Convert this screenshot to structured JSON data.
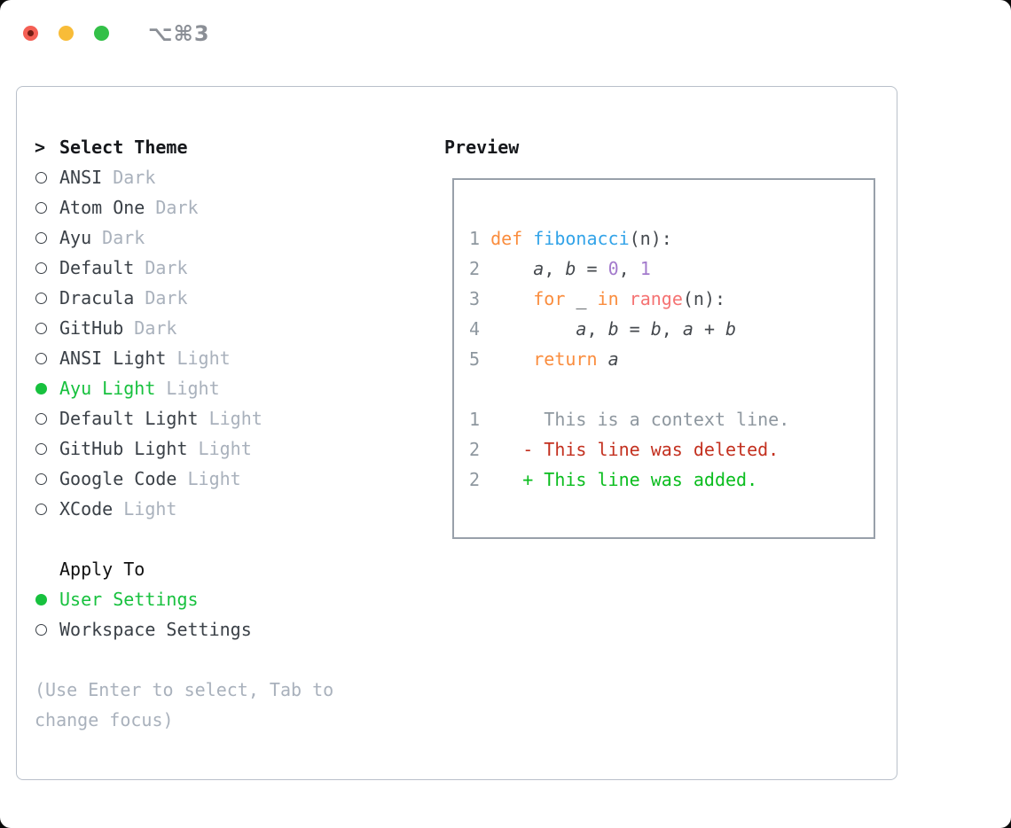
{
  "header": {
    "shortcut": "⌥⌘3",
    "traffic_lights": [
      "close",
      "minimize",
      "zoom"
    ]
  },
  "sidebar": {
    "marker": ">",
    "title": "Select Theme",
    "themes": [
      {
        "name": "ANSI",
        "variant": "Dark",
        "selected": false
      },
      {
        "name": "Atom One",
        "variant": "Dark",
        "selected": false
      },
      {
        "name": "Ayu",
        "variant": "Dark",
        "selected": false
      },
      {
        "name": "Default",
        "variant": "Dark",
        "selected": false
      },
      {
        "name": "Dracula",
        "variant": "Dark",
        "selected": false
      },
      {
        "name": "GitHub",
        "variant": "Dark",
        "selected": false
      },
      {
        "name": "ANSI Light",
        "variant": "Light",
        "selected": false
      },
      {
        "name": "Ayu Light",
        "variant": "Light",
        "selected": true
      },
      {
        "name": "Default Light",
        "variant": "Light",
        "selected": false
      },
      {
        "name": "GitHub Light",
        "variant": "Light",
        "selected": false
      },
      {
        "name": "Google Code",
        "variant": "Light",
        "selected": false
      },
      {
        "name": "XCode",
        "variant": "Light",
        "selected": false
      }
    ],
    "apply_to": {
      "title": "Apply To",
      "options": [
        {
          "label": "User Settings",
          "selected": true
        },
        {
          "label": "Workspace Settings",
          "selected": false
        }
      ]
    },
    "help": "(Use Enter to select, Tab to change focus)"
  },
  "preview": {
    "title": "Preview",
    "lines": [
      {
        "num": "1",
        "segs": [
          {
            "t": "def",
            "c": "keyword"
          },
          {
            "t": " "
          },
          {
            "t": "fibonacci",
            "c": "function"
          },
          {
            "t": "(n):",
            "c": "code"
          }
        ]
      },
      {
        "num": "2",
        "segs": [
          {
            "t": "    "
          },
          {
            "t": "a",
            "c": "code",
            "i": true
          },
          {
            "t": ", ",
            "c": "code"
          },
          {
            "t": "b",
            "c": "code",
            "i": true
          },
          {
            "t": " = ",
            "c": "code"
          },
          {
            "t": "0",
            "c": "number"
          },
          {
            "t": ", ",
            "c": "code"
          },
          {
            "t": "1",
            "c": "number"
          }
        ]
      },
      {
        "num": "3",
        "segs": [
          {
            "t": "    "
          },
          {
            "t": "for",
            "c": "keyword"
          },
          {
            "t": " "
          },
          {
            "t": "_",
            "c": "code"
          },
          {
            "t": " "
          },
          {
            "t": "in",
            "c": "keyword"
          },
          {
            "t": " "
          },
          {
            "t": "range",
            "c": "builtin"
          },
          {
            "t": "(n):",
            "c": "code"
          }
        ]
      },
      {
        "num": "4",
        "segs": [
          {
            "t": "        "
          },
          {
            "t": "a",
            "c": "code",
            "i": true
          },
          {
            "t": ", ",
            "c": "code"
          },
          {
            "t": "b",
            "c": "code",
            "i": true
          },
          {
            "t": " = ",
            "c": "code"
          },
          {
            "t": "b",
            "c": "code",
            "i": true
          },
          {
            "t": ", ",
            "c": "code"
          },
          {
            "t": "a",
            "c": "code",
            "i": true
          },
          {
            "t": " + ",
            "c": "code"
          },
          {
            "t": "b",
            "c": "code",
            "i": true
          }
        ]
      },
      {
        "num": "5",
        "segs": [
          {
            "t": "    "
          },
          {
            "t": "return",
            "c": "keyword"
          },
          {
            "t": " "
          },
          {
            "t": "a",
            "c": "code",
            "i": true
          }
        ]
      },
      {
        "num": "",
        "segs": []
      },
      {
        "num": "1",
        "segs": [
          {
            "t": "     This is a context line.",
            "c": "context"
          }
        ]
      },
      {
        "num": "2",
        "segs": [
          {
            "t": "   "
          },
          {
            "t": "- This line was deleted.",
            "c": "deleted"
          }
        ]
      },
      {
        "num": "2",
        "segs": [
          {
            "t": "   "
          },
          {
            "t": "+ This line was added.",
            "c": "added"
          }
        ]
      }
    ]
  },
  "colors": {
    "keyword": "#FA8D3E",
    "function": "#32A3E8",
    "builtin": "#F57373",
    "number": "#A37ACC",
    "code": "#45494E",
    "line_number": "#8E979F",
    "context": "#8E979F",
    "deleted": "#C3301F",
    "added": "#0ABD1E",
    "selected_green": "#17C13E",
    "muted": "#A9B1BC",
    "text_dark": "#3A4047",
    "heading": "#16181C",
    "panel_border": "#B9C0CA",
    "preview_border": "#98A0AA",
    "traffic_red": "#F45F54",
    "traffic_yellow": "#F8BC38",
    "traffic_green": "#33C048",
    "shortcut_gray": "#8B8F96"
  }
}
